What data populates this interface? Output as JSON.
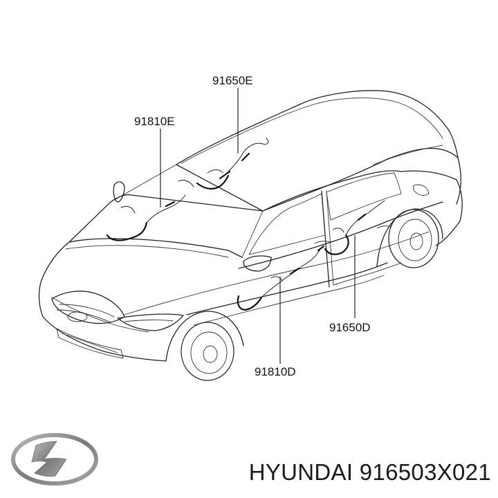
{
  "diagram": {
    "callouts": [
      {
        "id": "91650E",
        "label": "91650E"
      },
      {
        "id": "91810E",
        "label": "91810E"
      },
      {
        "id": "91650D",
        "label": "91650D"
      },
      {
        "id": "91810D",
        "label": "91810D"
      }
    ]
  },
  "caption": {
    "brand": "HYUNDAI",
    "part_number": "916503X021",
    "full": "HYUNDAI 916503X021"
  },
  "logo": {
    "name": "hyundai-logo",
    "color": "#8a8a8a"
  }
}
